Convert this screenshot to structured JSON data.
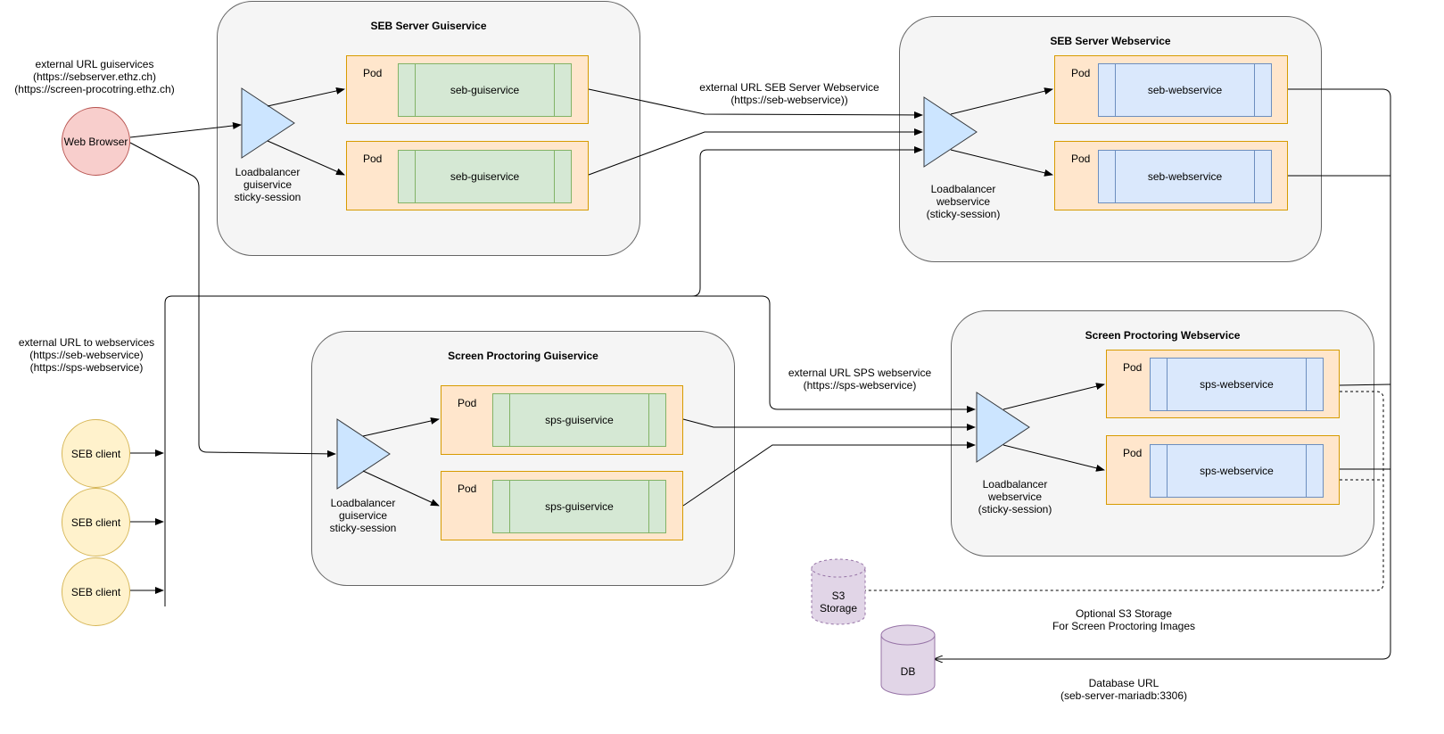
{
  "groups": {
    "seb_gui": {
      "title": "SEB Server Guiservice"
    },
    "seb_web": {
      "title": "SEB Server Webservice"
    },
    "sp_gui": {
      "title": "Screen Proctoring Guiservice"
    },
    "sp_web": {
      "title": "Screen Proctoring Webservice"
    }
  },
  "pod_label": "Pod",
  "services": {
    "seb_gui": "seb-guiservice",
    "seb_web": "seb-webservice",
    "sp_gui": "sps-guiservice",
    "sp_web": "sps-webservice"
  },
  "loadbalancers": {
    "seb_gui": [
      "Loadbalancer",
      "guiservice",
      "sticky-session"
    ],
    "seb_web": [
      "Loadbalancer",
      "webservice",
      "(sticky-session)"
    ],
    "sp_gui": [
      "Loadbalancer",
      "guiservice",
      "sticky-session"
    ],
    "sp_web": [
      "Loadbalancer",
      "webservice",
      "(sticky-session)"
    ]
  },
  "web_browser": "Web Browser",
  "seb_client": "SEB client",
  "labels": {
    "ext_gui": [
      "external URL guiservices",
      "(https://sebserver.ethz.ch)",
      "(https://screen-procotring.ethz.ch)"
    ],
    "ext_web": [
      "external URL to webservices",
      "(https://seb-webservice)",
      "(https://sps-webservice)"
    ],
    "ext_seb_web": [
      "external URL SEB Server Webservice",
      "(https://seb-webservice))"
    ],
    "ext_sps_web": [
      "external URL SPS webservice",
      "(https://sps-webservice)"
    ],
    "s3_note": [
      "Optional S3 Storage",
      "For Screen Proctoring Images"
    ],
    "db_note": [
      "Database URL",
      "(seb-server-mariadb:3306)"
    ]
  },
  "storage": {
    "s3": [
      "S3",
      "Storage"
    ],
    "db": "DB"
  },
  "colors": {
    "group_fill": "#f5f5f5",
    "pod_fill": "#ffe6cc",
    "pod_stroke": "#d79b00",
    "green_fill": "#d5e8d4",
    "blue_fill": "#dae8fc",
    "browser_fill": "#f8cecc",
    "client_fill": "#fff2cc",
    "storage_fill": "#e1d5e7",
    "storage_stroke": "#9673a6"
  }
}
